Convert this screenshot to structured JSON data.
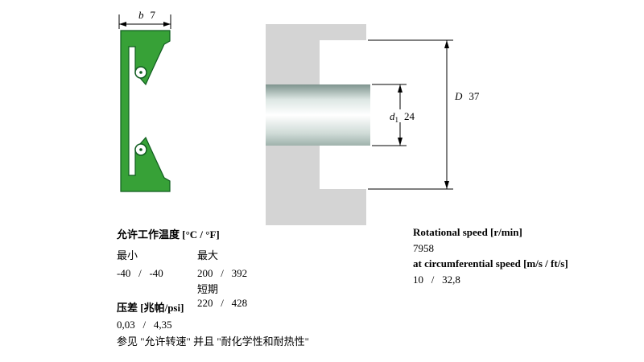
{
  "drawing": {
    "b": {
      "label": "b",
      "value": "7"
    },
    "D": {
      "label": "D",
      "value": "37"
    },
    "d1": {
      "label": "d",
      "sub": "1",
      "value": "24"
    }
  },
  "temperature": {
    "title": "允许工作温度 [°C / °F]",
    "min_label": "最小",
    "max_label": "最大",
    "min_value": "-40   /   -40",
    "max_value": "200   /   392",
    "short_term_label": "短期",
    "short_term_value": "220   /   428"
  },
  "pressure": {
    "title": "压差 [兆帕/psi]",
    "value": "0,03   /   4,35"
  },
  "note": "参见 \"允许转速\" 并且 \"耐化学性和耐热性\"",
  "speed": {
    "rotational_title": "Rotational speed [r/min]",
    "rotational_value": "7958",
    "circumferential_title": "at circumferential speed [m/s / ft/s]",
    "circumferential_value": "10   /   32,8"
  }
}
